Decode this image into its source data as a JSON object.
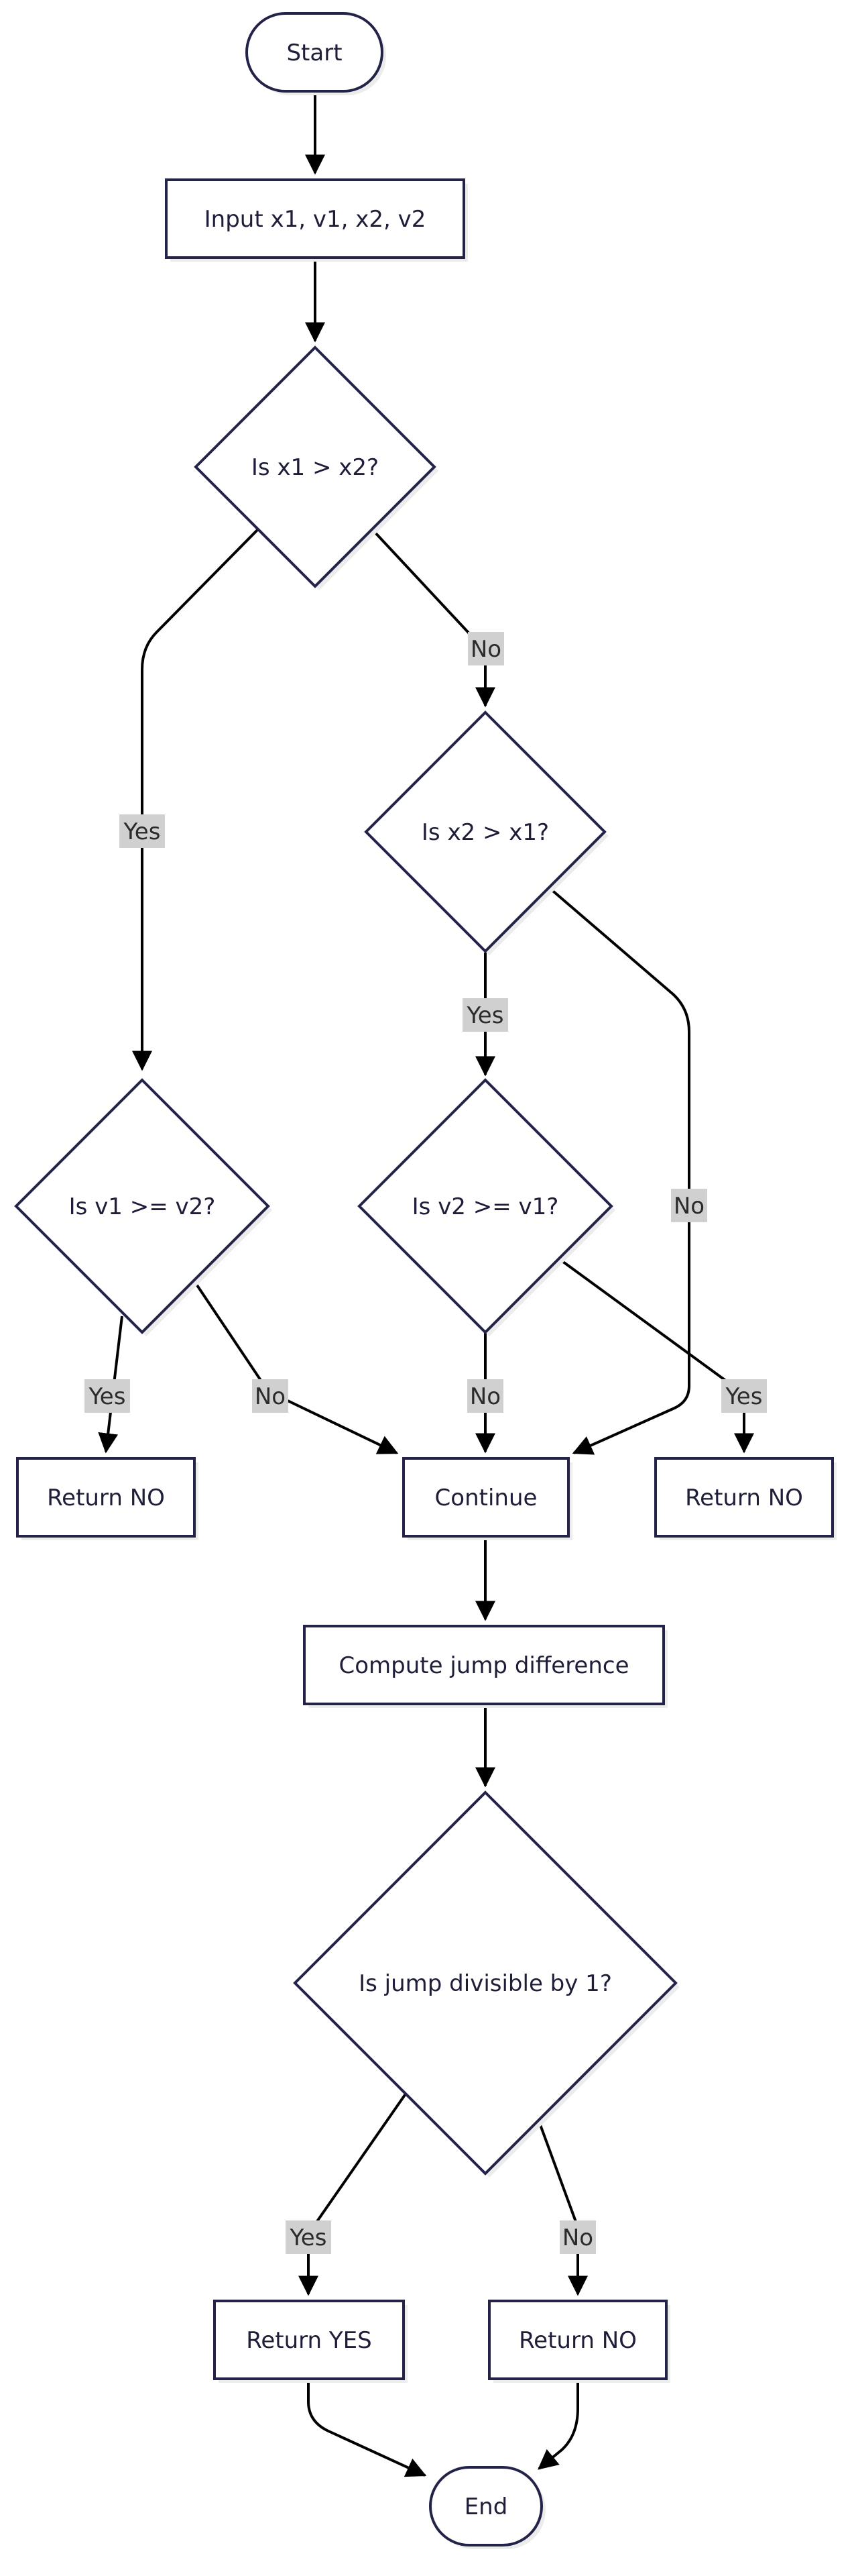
{
  "nodes": {
    "start": "Start",
    "input": "Input x1, v1, x2, v2",
    "q1": "Is x1 > x2?",
    "q2": "Is x2 > x1?",
    "q3": "Is v1 >= v2?",
    "q4": "Is v2 >= v1?",
    "ret_no_left": "Return NO",
    "continue": "Continue",
    "ret_no_right": "Return NO",
    "compute": "Compute jump difference",
    "q5": "Is jump divisible by 1?",
    "ret_yes": "Return YES",
    "ret_no_bottom": "Return NO",
    "end": "End"
  },
  "edge_labels": {
    "q1_yes": "Yes",
    "q1_no": "No",
    "q2_yes": "Yes",
    "q2_no": "No",
    "q3_yes": "Yes",
    "q3_no": "No",
    "q4_no": "No",
    "q4_yes": "Yes",
    "q5_yes": "Yes",
    "q5_no": "No"
  }
}
